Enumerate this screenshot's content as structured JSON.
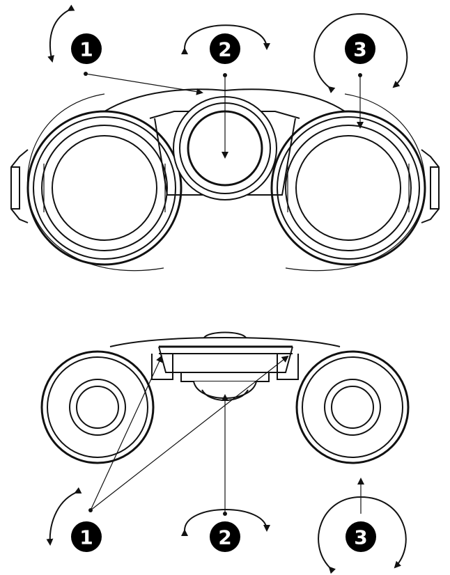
{
  "top_view": {
    "callouts": [
      {
        "label": "1"
      },
      {
        "label": "2"
      },
      {
        "label": "3"
      }
    ]
  },
  "bottom_view": {
    "callouts": [
      {
        "label": "1"
      },
      {
        "label": "2"
      },
      {
        "label": "3"
      }
    ]
  },
  "colors": {
    "line": "#111111",
    "callout_fill": "#000000",
    "callout_text": "#ffffff",
    "background": "#ffffff"
  }
}
